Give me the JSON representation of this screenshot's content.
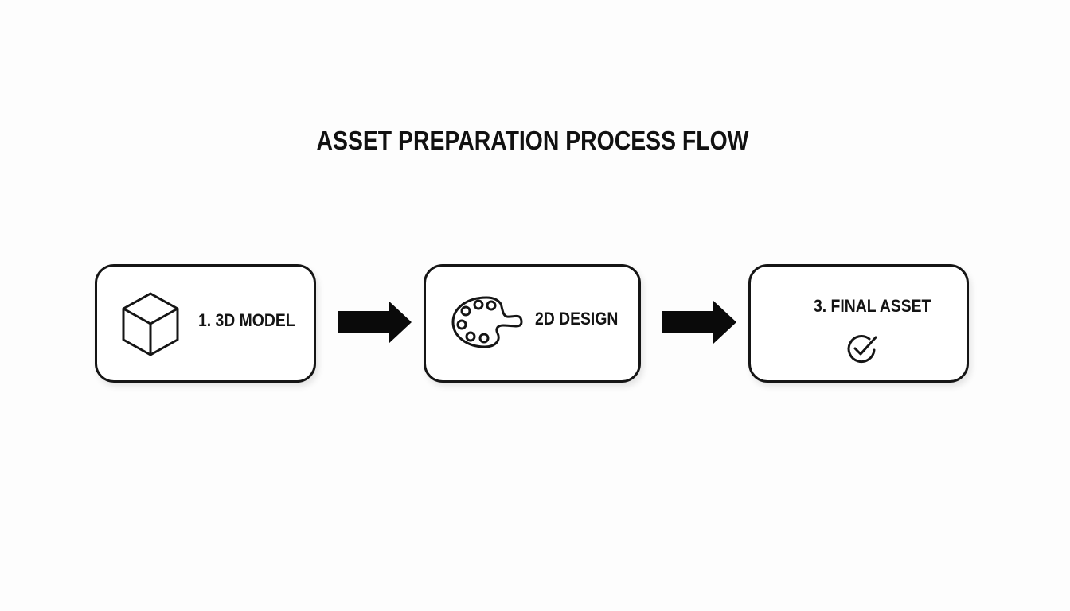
{
  "diagram": {
    "title": "ASSET PREPARATION PROCESS FLOW",
    "steps": [
      {
        "label": "1. 3D MODEL",
        "icon": "cube-icon"
      },
      {
        "label": "2D DESIGN",
        "icon": "palette-icon"
      },
      {
        "label": "3. FINAL ASSET",
        "icon": "checkmark-circle-icon"
      }
    ],
    "connectors": [
      "arrow-right",
      "arrow-right"
    ],
    "colors": {
      "stroke": "#151515",
      "background": "#fdfdfd",
      "box_fill": "#ffffff"
    }
  }
}
